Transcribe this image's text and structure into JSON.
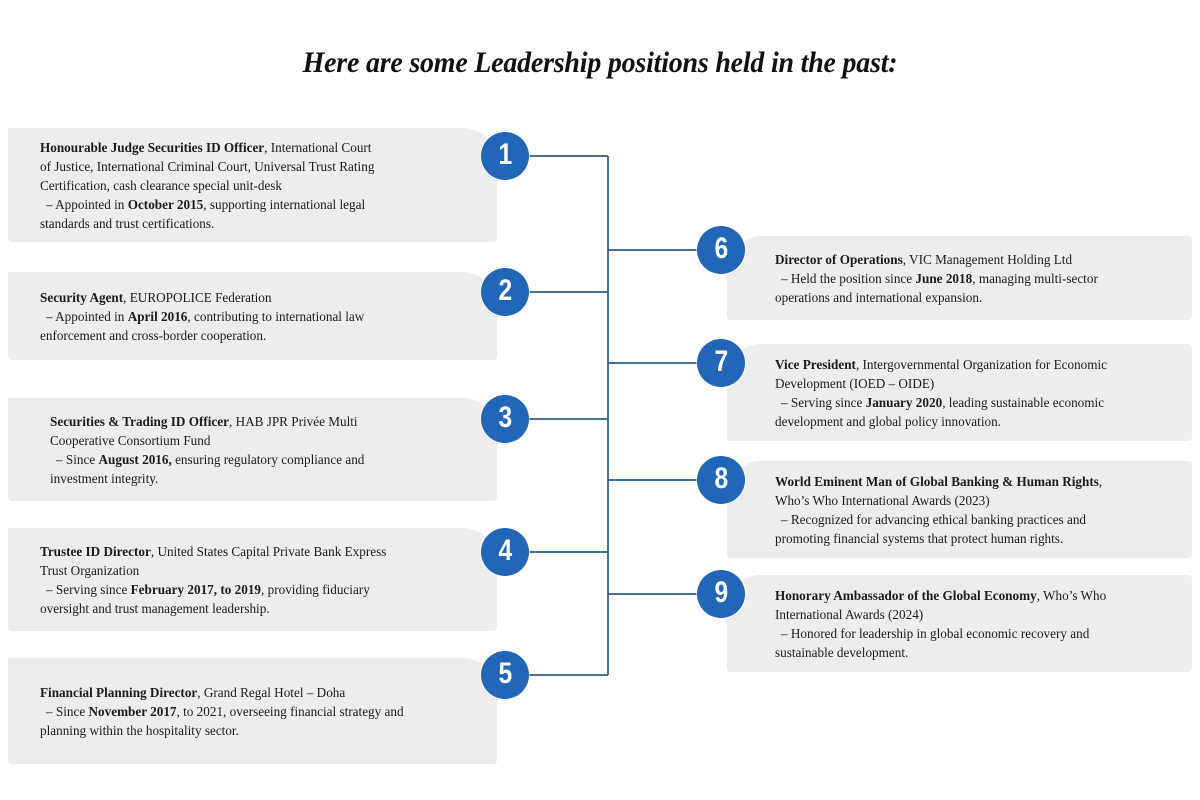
{
  "title": "Here are some Leadership positions held in the past:",
  "colors": {
    "badge_blue": "#2266b8",
    "connector_line": "#2d5b84",
    "panel_gray": "#ededed",
    "text": "#1c1c1c",
    "background": "#ffffff"
  },
  "items": [
    {
      "number": "1",
      "side": "left",
      "role": "Honourable Judge Securities ID Officer",
      "line1_rest": ", International Court",
      "line2": "of Justice, International Criminal Court, Universal Trust Rating",
      "line3": "Certification, cash clearance special unit-desk",
      "line4_pre": "– Appointed in ",
      "line4_bold": "October 2015",
      "line4_post": ", supporting international legal",
      "line5": "standards and trust certifications."
    },
    {
      "number": "2",
      "side": "left",
      "role": "Security Agent",
      "line1_rest": ", EUROPOLICE Federation",
      "line2_pre": "– Appointed in ",
      "line2_bold": "April 2016",
      "line2_post": ", contributing to international law",
      "line3": "enforcement and cross-border cooperation."
    },
    {
      "number": "3",
      "side": "left",
      "role": "Securities & Trading ID Officer",
      "line1_rest": ", HAB JPR Privée Multi",
      "line2": "Cooperative Consortium Fund",
      "line3_pre": "– Since ",
      "line3_bold": "August 2016,",
      "line3_post": " ensuring regulatory compliance and",
      "line4": "investment integrity."
    },
    {
      "number": "4",
      "side": "left",
      "role": "Trustee ID Director",
      "line1_rest": ", United States Capital Private Bank Express",
      "line2": "Trust Organization",
      "line3_pre": "– Serving since ",
      "line3_bold": "February 2017, to 2019",
      "line3_post": ", providing fiduciary",
      "line4": "oversight and trust management leadership."
    },
    {
      "number": "5",
      "side": "left",
      "role": "Financial Planning Director",
      "line1_rest": ", Grand Regal Hotel – Doha",
      "line2_pre": "– Since ",
      "line2_bold": "November 2017",
      "line2_post": ", to 2021, overseeing financial strategy and",
      "line3": "planning within the hospitality sector."
    },
    {
      "number": "6",
      "side": "right",
      "role": "Director of Operations",
      "line1_rest": ", VIC Management Holding Ltd",
      "line2_pre": "– Held the position since ",
      "line2_bold": "June 2018",
      "line2_post": ",  managing multi-sector",
      "line3": "operations and international expansion."
    },
    {
      "number": "7",
      "side": "right",
      "role": "Vice President",
      "line1_rest": ", Intergovernmental Organization for Economic",
      "line2": "Development (IOED – OIDE)",
      "line3_pre": "– Serving since ",
      "line3_bold": "January 2020",
      "line3_post": ", leading sustainable economic",
      "line4": "development and global policy innovation."
    },
    {
      "number": "8",
      "side": "right",
      "role": "World Eminent Man of Global Banking & Human Rights",
      "line1_rest": ",",
      "line2": "Who’s Who International Awards (2023)",
      "line3_pre": "– Recognized for advancing ethical banking practices and",
      "line4": "promoting financial systems that protect human rights."
    },
    {
      "number": "9",
      "side": "right",
      "role": "Honorary Ambassador of the Global Economy",
      "line1_rest": ", Who’s Who",
      "line2": "International Awards (2024)",
      "line3_pre": "– Honored for leadership in global economic recovery and",
      "line4": "sustainable development."
    }
  ]
}
